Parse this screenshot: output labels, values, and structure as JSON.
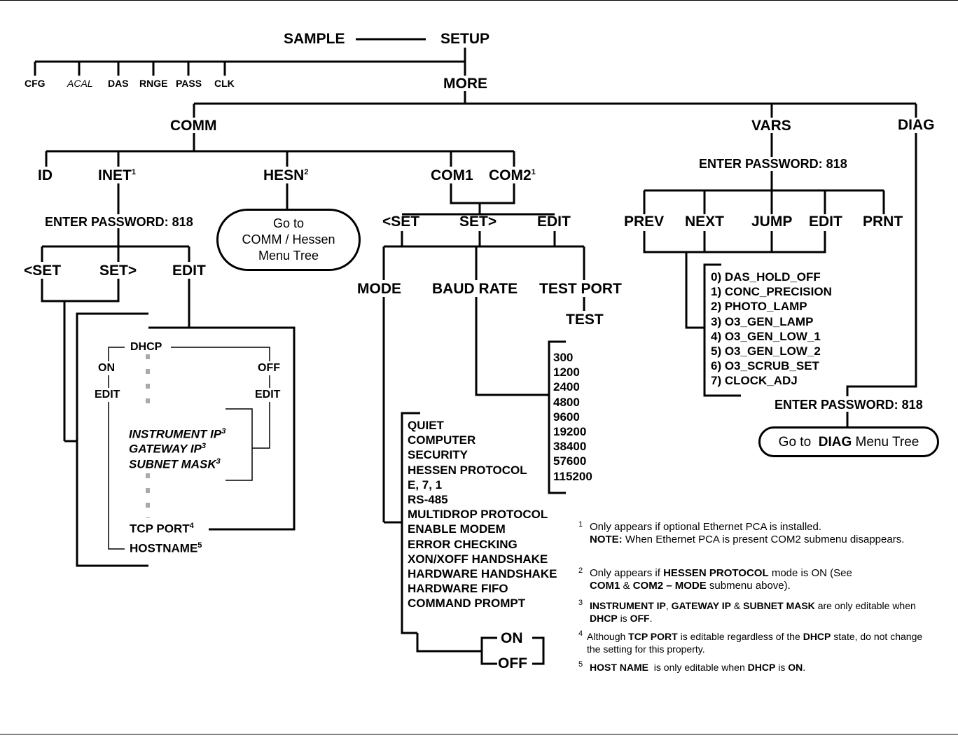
{
  "root": {
    "sample": "SAMPLE",
    "setup": "SETUP",
    "more": "MORE"
  },
  "setup_items": [
    "CFG",
    "ACAL",
    "DAS",
    "RNGE",
    "PASS",
    "CLK"
  ],
  "more_items": {
    "comm": "COMM",
    "vars": "VARS",
    "diag": "DIAG"
  },
  "comm": {
    "id": "ID",
    "inet": "INET",
    "inet_note": "1",
    "hesn": "HESN",
    "hesn_note": "2",
    "com1": "COM1",
    "com2": "COM2",
    "com2_note": "1",
    "hesn_bubble": [
      "Go to",
      "COMM / Hessen",
      "Menu Tree"
    ]
  },
  "inet": {
    "password": "ENTER PASSWORD: 818",
    "set_prev": "<SET",
    "set_next": "SET>",
    "edit": "EDIT",
    "dhcp": "DHCP",
    "on": "ON",
    "off": "OFF",
    "edit_on": "EDIT",
    "edit_off": "EDIT",
    "ip_fields": [
      {
        "label": "INSTRUMENT IP",
        "note": "3"
      },
      {
        "label": "GATEWAY IP",
        "note": "3"
      },
      {
        "label": "SUBNET MASK",
        "note": "3"
      }
    ],
    "tcp_port": "TCP PORT",
    "tcp_note": "4",
    "hostname": "HOSTNAME",
    "hostname_note": "5"
  },
  "com": {
    "set_prev": "<SET",
    "set_next": "SET>",
    "edit": "EDIT",
    "mode": "MODE",
    "baud": "BAUD RATE",
    "test_port": "TEST PORT",
    "test": "TEST",
    "baud_rates": [
      "300",
      "1200",
      "2400",
      "4800",
      "9600",
      "19200",
      "38400",
      "57600",
      "115200"
    ],
    "modes": [
      "QUIET",
      "COMPUTER",
      "SECURITY",
      "HESSEN PROTOCOL",
      "E, 7, 1",
      "RS-485",
      "MULTIDROP PROTOCOL",
      "ENABLE MODEM",
      "ERROR CHECKING",
      "XON/XOFF HANDSHAKE",
      "HARDWARE HANDSHAKE",
      "HARDWARE FIFO",
      "COMMAND PROMPT"
    ],
    "on": "ON",
    "off": "OFF"
  },
  "vars": {
    "password": "ENTER PASSWORD: 818",
    "prev": "PREV",
    "next": "NEXT",
    "jump": "JUMP",
    "edit": "EDIT",
    "prnt": "PRNT",
    "variables": [
      "0) DAS_HOLD_OFF",
      "1) CONC_PRECISION",
      "2) PHOTO_LAMP",
      "3) O3_GEN_LAMP",
      "4) O3_GEN_LOW_1",
      "5) O3_GEN_LOW_2",
      "6) O3_SCRUB_SET",
      "7) CLOCK_ADJ"
    ]
  },
  "diag": {
    "password": "ENTER PASSWORD: 818",
    "bubble_pre": "Go to",
    "bubble_bold": "DIAG",
    "bubble_post": "Menu Tree"
  },
  "notes": [
    {
      "num": "1",
      "text": "Only appears if optional Ethernet PCA is installed.",
      "note_label": "NOTE:",
      "note_text": "When Ethernet PCA is present COM2 submenu disappears."
    },
    {
      "num": "2",
      "pre": "Only appears if",
      "b1": "HESSEN PROTOCOL",
      "mid": "mode is ON (See",
      "b2": "COM1",
      "amp": "&",
      "b3": "COM2 – MODE",
      "post": "submenu above)."
    },
    {
      "num": "3",
      "b1": "INSTRUMENT IP",
      "c1": ",",
      "b2": "GATEWAY IP",
      "c2": "&",
      "b3": "SUBNET MASK",
      "mid": "are only editable when",
      "b4": "DHCP",
      "is": "is",
      "b5": "OFF",
      "end": "."
    },
    {
      "num": "4",
      "pre": "Although",
      "b1": "TCP PORT",
      "mid": "is editable regardless of the",
      "b2": "DHCP",
      "post": "state, do not change the setting for this property."
    },
    {
      "num": "5",
      "b1": "HOST NAME",
      "mid": "is only editable when",
      "b2": "DHCP",
      "is": "is",
      "b3": "ON",
      "end": "."
    }
  ]
}
